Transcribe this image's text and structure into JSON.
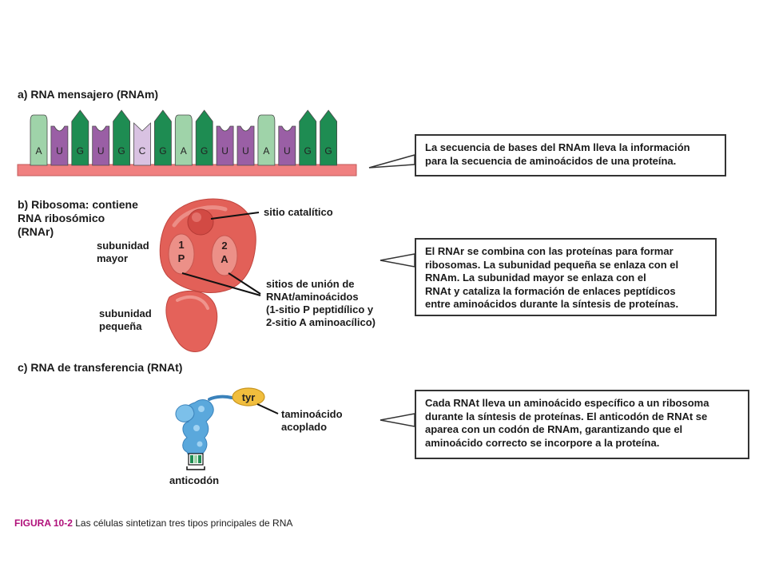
{
  "sections": {
    "a": {
      "title": "a) RNA mensajero (RNAm)"
    },
    "b": {
      "title_lines": [
        "b) Ribosoma: contiene",
        "RNA ribosómico",
        "(RNAr)"
      ]
    },
    "c": {
      "title": "c) RNA de transferencia (RNAt)"
    }
  },
  "mrna_bases": [
    "A",
    "U",
    "G",
    "U",
    "G",
    "C",
    "G",
    "A",
    "G",
    "U",
    "U",
    "A",
    "U",
    "G",
    "G"
  ],
  "base_colors": {
    "A": "#9fd3a9",
    "U": "#9a5fa5",
    "G": "#1e8c52",
    "C": "#d9c2e2",
    "backbone": "#f08080"
  },
  "ribosome": {
    "large_subunit_lines": [
      "subunidad",
      "mayor"
    ],
    "small_subunit_lines": [
      "subunidad",
      "pequeña"
    ],
    "catalytic_site": "sitio catalítico",
    "site_p": [
      "1",
      "P"
    ],
    "site_a": [
      "2",
      "A"
    ],
    "binding_sites_lines": [
      "sitios de unión de",
      "RNAt/aminoácidos",
      "(1-sitio P peptidílico y",
      "2-sitio A aminoacílico)"
    ]
  },
  "trna": {
    "amino_acid": "tyr",
    "amino_acid_label_lines": [
      "taminoácido",
      "acoplado"
    ],
    "anticodon_label": "anticodón"
  },
  "callouts": {
    "a": [
      "La secuencia de bases del RNAm lleva la información",
      "para la secuencia de aminoácidos de una proteína."
    ],
    "b": [
      "El RNAr se combina con las proteínas para formar",
      "ribosomas. La subunidad pequeña se enlaza con el",
      "RNAm. La subunidad mayor se enlaza con el",
      "RNAt y cataliza la formación de enlaces peptídicos",
      "entre aminoácidos durante la síntesis de proteínas."
    ],
    "c": [
      "Cada RNAt lleva un aminoácido específico a un ribosoma",
      "durante la síntesis de proteínas. El anticodón de RNAt se",
      "aparea con un codón de RNAm, garantizando que el",
      "aminoácido correcto se incorpore a la proteína."
    ]
  },
  "caption": {
    "prefix": "FIGURA 10-2",
    "text": "Las células sintetizan tres tipos principales de RNA"
  }
}
